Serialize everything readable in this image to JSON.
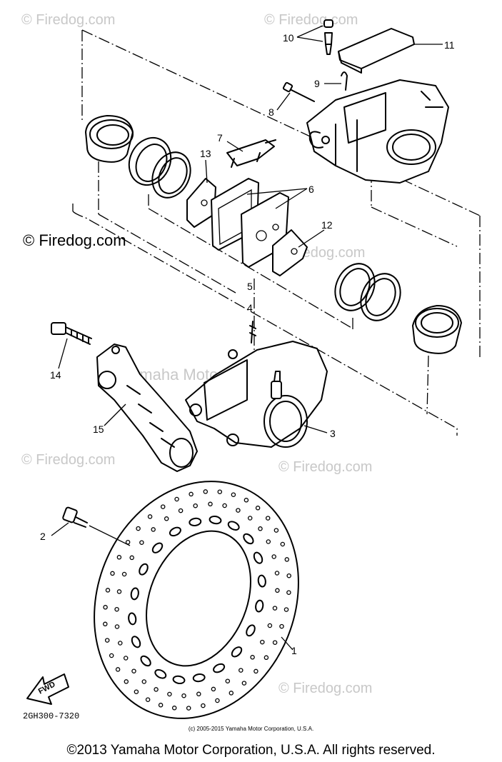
{
  "diagram": {
    "code": "2GH300-7320",
    "fwd_label": "FWD",
    "part_callouts": [
      "1",
      "2",
      "3",
      "4",
      "5",
      "6",
      "7",
      "8",
      "9",
      "10",
      "11",
      "12",
      "13",
      "14",
      "15"
    ]
  },
  "watermarks": {
    "firedog": "© Firedog.com",
    "yamaha": "Yamaha Motor Corp. U.S.A."
  },
  "footer": {
    "small_copyright": "(c) 2005-2015 Yamaha Motor Corporation, U.S.A.",
    "copyright": "©2013 Yamaha Motor Corporation, U.S.A. All rights reserved."
  }
}
